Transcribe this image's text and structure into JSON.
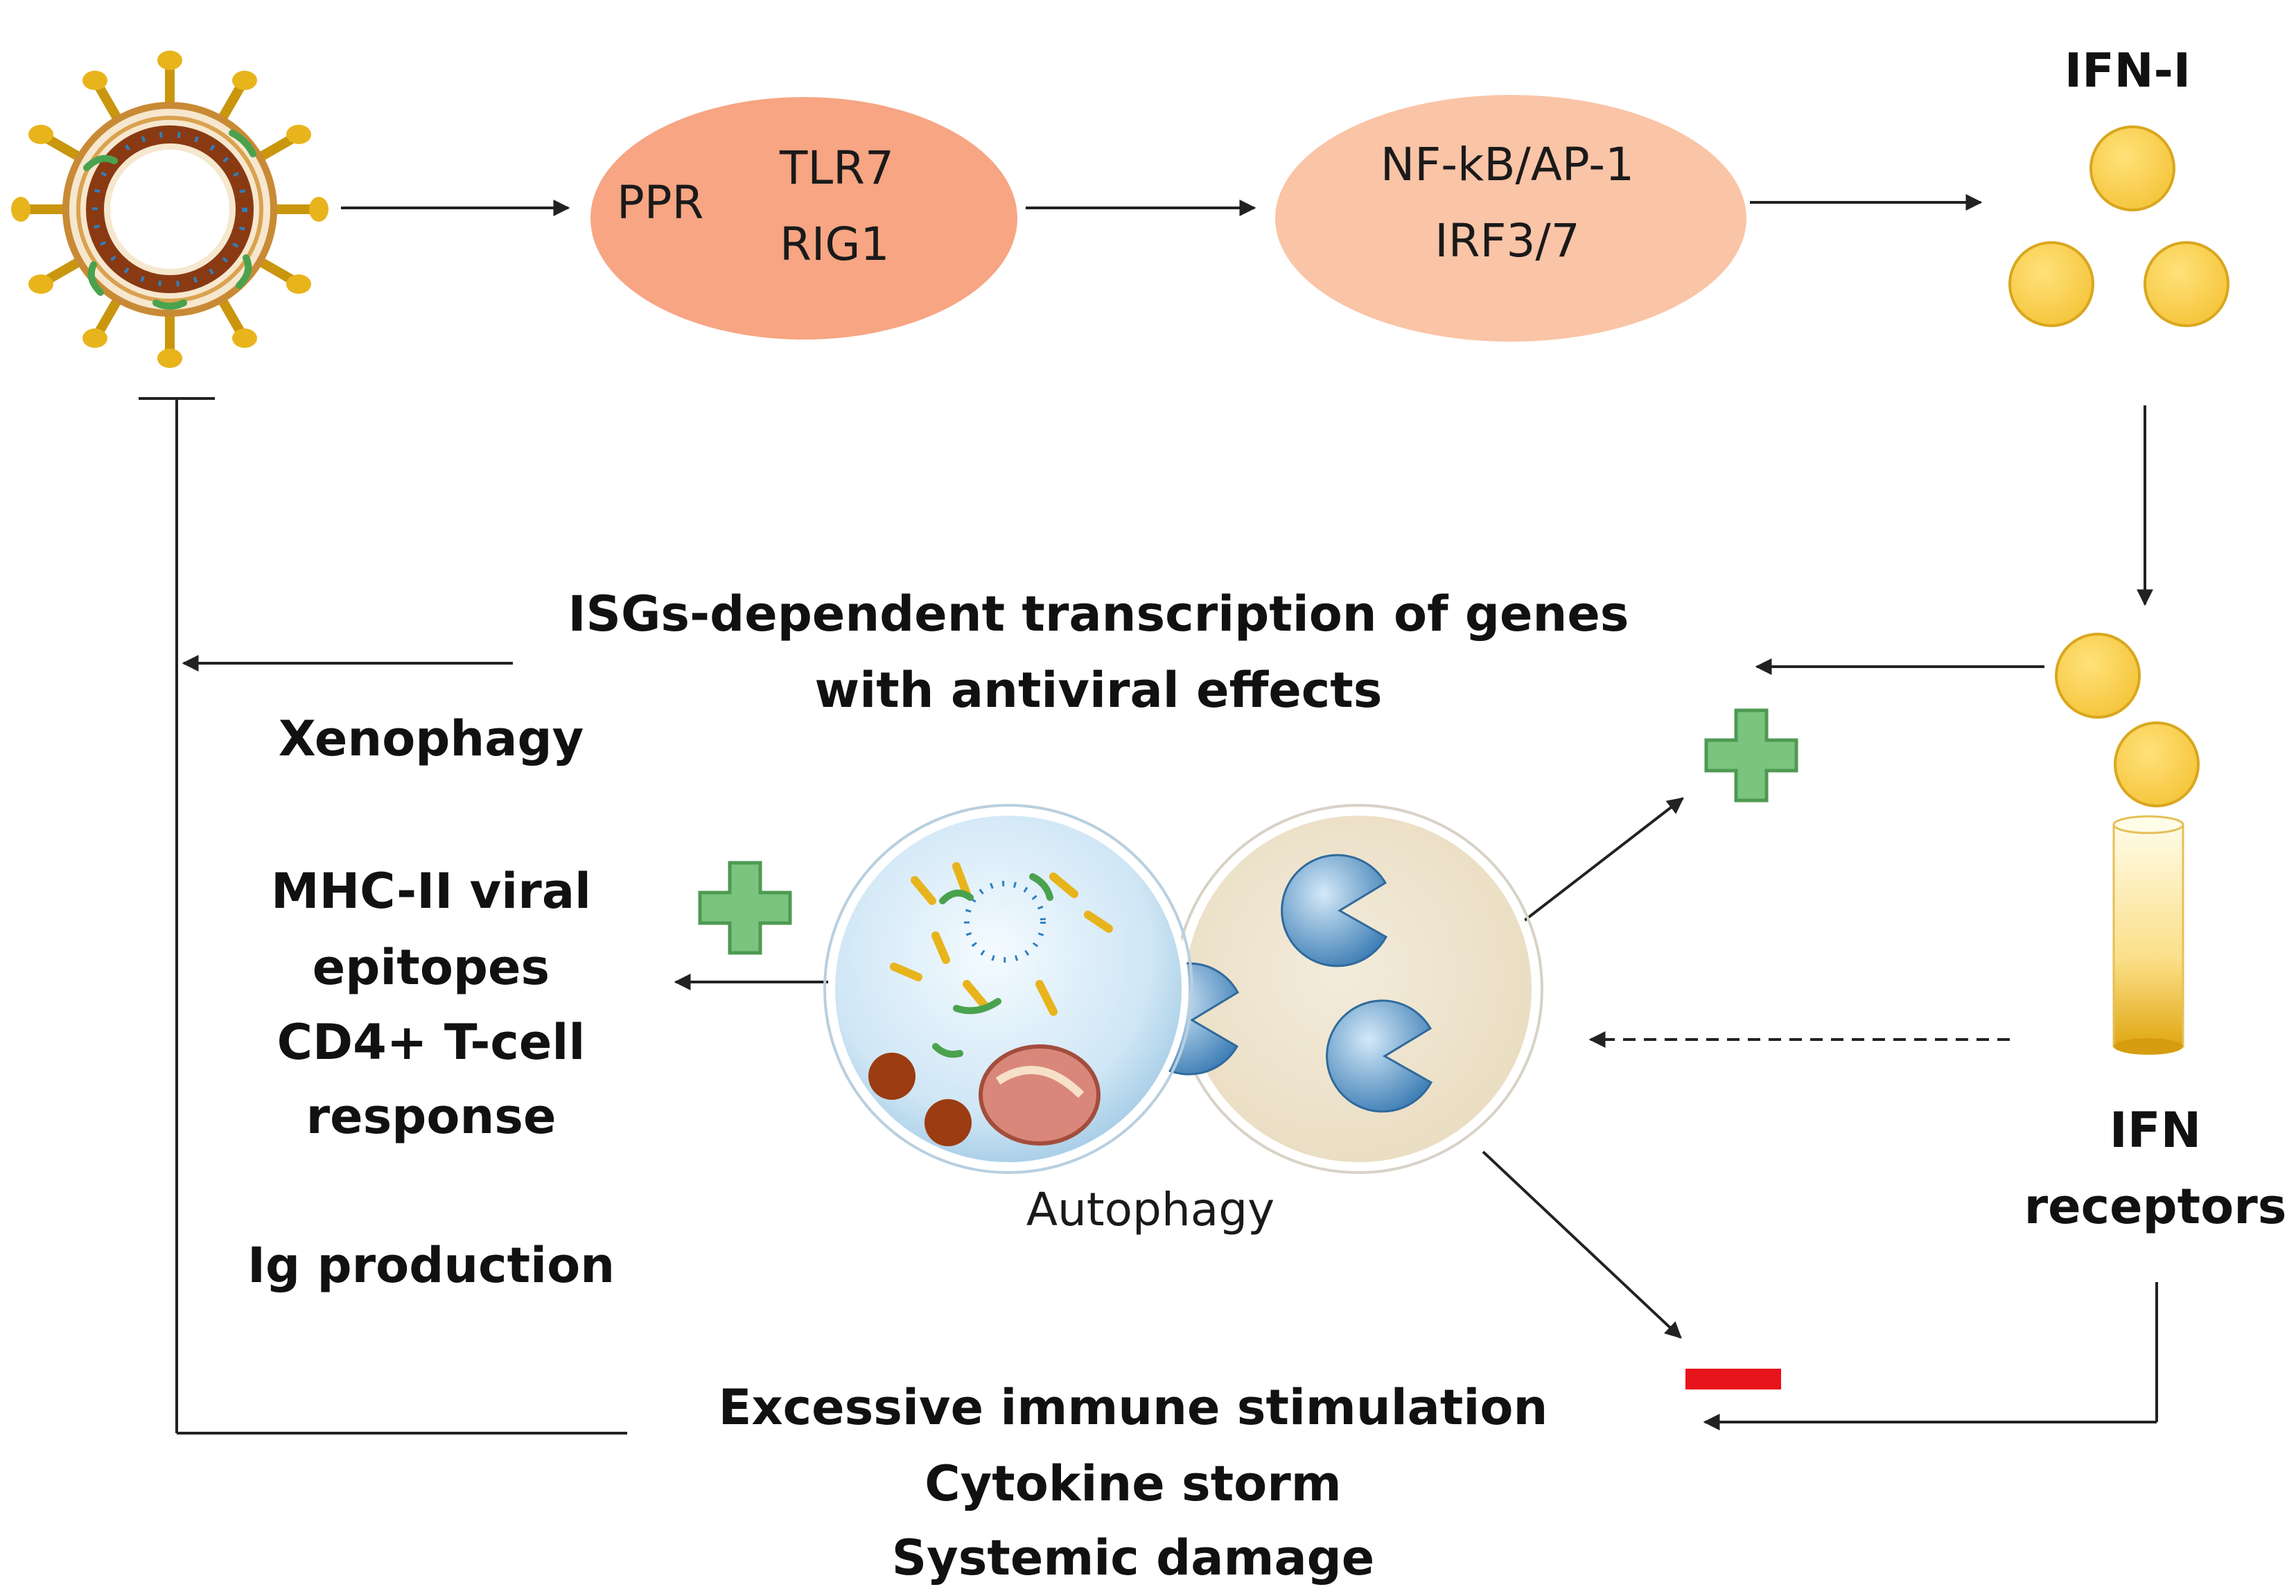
{
  "colors": {
    "node_ppr": "#f7a583",
    "node_nfkb": "#fac4a6",
    "ifn_ball": "#fbd14e",
    "ifn_ball_edge": "#d9a71e",
    "plus_fill": "#7bc47f",
    "plus_edge": "#4e9a52",
    "minus": "#e8141c",
    "arrow": "#222222"
  },
  "nodes": {
    "ppr_node": {
      "lines": [
        "PPR",
        "TLR7",
        "RIG1"
      ]
    },
    "nfkb_node": {
      "lines": [
        "NF-kB/AP-1",
        "IRF3/7"
      ]
    }
  },
  "labels": {
    "ifn_i": "IFN-I",
    "isg_line1": "ISGs-dependent  transcription  of genes",
    "isg_line2": "with antiviral  effects",
    "xenophagy": "Xenophagy",
    "mhc_line1": "MHC-II viral",
    "mhc_line2": "epitopes",
    "mhc_line3": "CD4+ T-cell",
    "mhc_line4": "response",
    "ig_production": "Ig production",
    "autophagy": "Autophagy",
    "ifn_receptors_line1": "IFN",
    "ifn_receptors_line2": "receptors",
    "excessive_line1": "Excessive immune stimulation",
    "excessive_line2": "Cytokine  storm",
    "excessive_line3": "Systemic damage"
  },
  "icons": {
    "virus": "coronavirus-icon",
    "plus": "plus-icon",
    "minus": "minus-icon",
    "autophagosome": "autophagosome-icon",
    "lysosome": "lysosome-icon",
    "receptor": "receptor-tube-icon"
  }
}
